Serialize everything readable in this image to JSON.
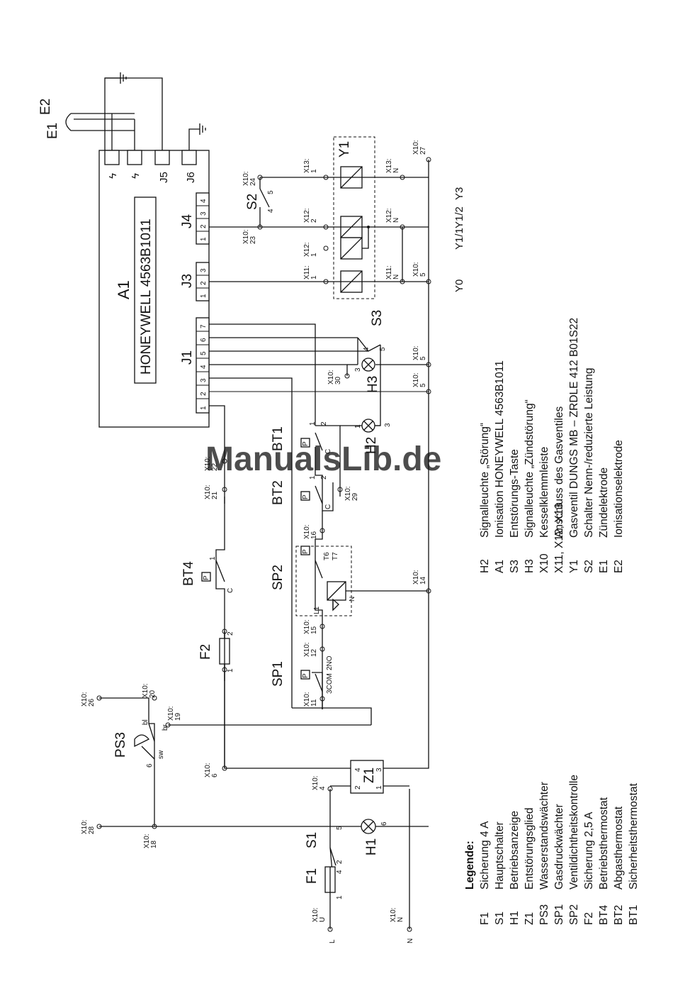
{
  "diagram": {
    "controller": {
      "ref": "A1",
      "model": "HONEYWELL 4563B1011"
    },
    "connectors": {
      "J1": {
        "label": "J1",
        "pins": [
          "1",
          "2",
          "3",
          "4",
          "5",
          "6",
          "7"
        ]
      },
      "J3": {
        "label": "J3",
        "pins": [
          "1",
          "2",
          "3"
        ]
      },
      "J4": {
        "label": "J4",
        "pins": [
          "1",
          "2",
          "3",
          "4"
        ]
      },
      "J5": {
        "label": "J5"
      },
      "J6": {
        "label": "J6"
      }
    },
    "electrodes": {
      "e1": "E1",
      "e2": "E2"
    },
    "valve_block": {
      "ref": "Y1",
      "y0": "Y0",
      "y11": "Y1/1",
      "y12": "Y1/2",
      "y3": "Y3"
    },
    "terminals": {
      "t24": "X10:\n24",
      "t23": "X10:\n23",
      "t27": "X10:\n27",
      "t5a": "X10:\n5",
      "t5b": "X10:\n5",
      "t5c": "X10:\n5",
      "t30": "X10:\n30",
      "t22": "X10:\n22",
      "t21": "X10:\n21",
      "t29": "X10:\n29",
      "t16": "X10:\n16",
      "t14": "X10:\n14",
      "t15": "X10:\n15",
      "t12": "X10:\n12",
      "t11": "X10:\n11",
      "t26": "X10:\n26",
      "t20": "X10:\n20",
      "t19": "X10:\n19",
      "t6": "X10:\n6",
      "t4": "X10:\n4",
      "t28": "X10:\n28",
      "t18": "X10:\n18",
      "tU": "X10:\nU",
      "tN": "X10:\nN",
      "x13a": "X13:\n1",
      "x13b": "X13:\nN",
      "x12a": "X12:\n2",
      "x12b": "X12:\nN",
      "x12c": "X12:\n1",
      "x11a": "X11:\n1",
      "x11b": "X11:\nN"
    },
    "components": {
      "s2": "S2",
      "s3": "S3",
      "h3": "H3",
      "h2": "H2",
      "bt1": "BT1",
      "bt2": "BT2",
      "bt4": "BT4",
      "sp2": "SP2",
      "sp1": "SP1",
      "f2": "F2",
      "ps3": "PS3",
      "s1": "S1",
      "f1": "F1",
      "h1": "H1",
      "z1": "Z1"
    },
    "pin_marks": {
      "c": "C",
      "p": "P",
      "t6": "T6",
      "t7": "T7",
      "l1": "L1",
      "nj": "N",
      "com": "3COM",
      "no": "2NO",
      "sw": "sw",
      "bl": "bl",
      "br": "br",
      "n1": "1",
      "n2": "2",
      "n3": "3",
      "n4": "4",
      "n5": "5",
      "n6": "6",
      "L": "L",
      "N": "N"
    },
    "watermark": "ManualsLib.de"
  },
  "legend": {
    "heading": "Legende:",
    "bottom_items": [
      {
        "code": "F1",
        "desc": "Sicherung 4 A"
      },
      {
        "code": "S1",
        "desc": "Hauptschalter"
      },
      {
        "code": "H1",
        "desc": "Betriebsanzeige"
      },
      {
        "code": "Z1",
        "desc": "Entstörungsglied"
      },
      {
        "code": "PS3",
        "desc": "Wasserstandswächter"
      },
      {
        "code": "SP1",
        "desc": "Gasdruckwächter"
      },
      {
        "code": "SP2",
        "desc": "Ventildichtheitskontrolle"
      },
      {
        "code": "F2",
        "desc": "Sicherung 2,5 A"
      },
      {
        "code": "BT4",
        "desc": "Betriebsthermostat"
      },
      {
        "code": "BT2",
        "desc": "Abgasthermostat"
      },
      {
        "code": "BT1",
        "desc": "Sicherheitsthermostat"
      }
    ],
    "top_items": [
      {
        "code": "H2",
        "desc": "Signalleuchte „Störung“"
      },
      {
        "code": "A1",
        "desc": "Ionisation HONEYWELL 4563B1011"
      },
      {
        "code": "S3",
        "desc": "Entstörungs-Taste"
      },
      {
        "code": "H3",
        "desc": "Signalleuchte „Zündstörung“"
      },
      {
        "code": "X10",
        "desc": "Kesselklemmleiste"
      },
      {
        "code": "X11, X12, X13",
        "desc": "Anschluss des Gasventiles"
      },
      {
        "code": "Y1",
        "desc": "Gasventil DUNGS MB – ZRDLE 412 B01S22"
      },
      {
        "code": "S2",
        "desc": "Schalter Nenn-/reduzierte Leistung"
      },
      {
        "code": "E1",
        "desc": "Zündelektrode"
      },
      {
        "code": "E2",
        "desc": "Ionisationselektrode"
      }
    ]
  }
}
